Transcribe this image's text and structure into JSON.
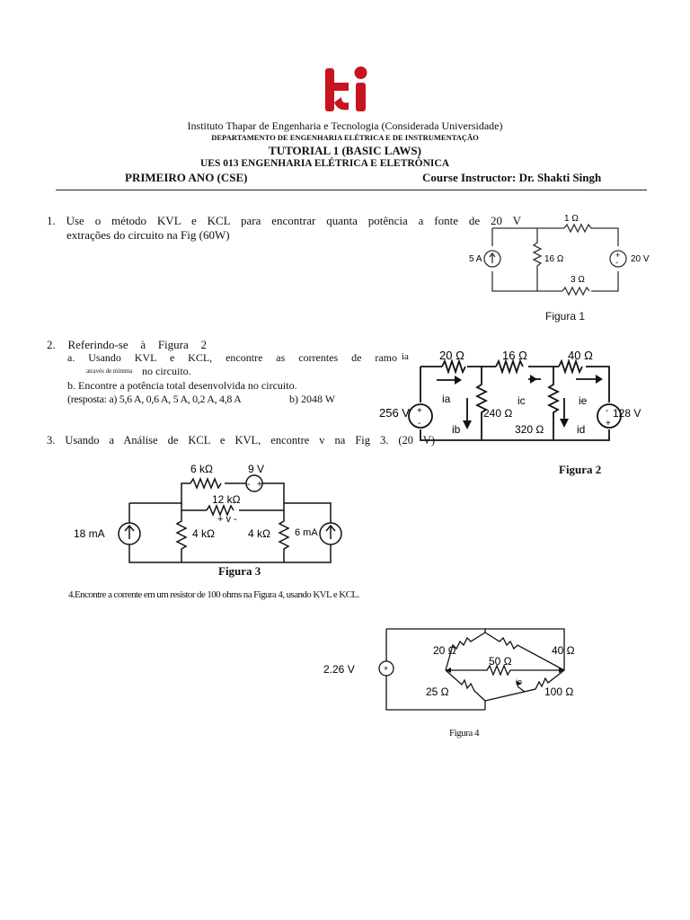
{
  "logo": {
    "text": "ti",
    "color": "#c8141e"
  },
  "header": {
    "institute": "Instituto Thapar de Engenharia e Tecnologia (Considerada Universidade)",
    "department": "DEPARTAMENTO DE ENGENHARIA ELÉTRICA E DE INSTRUMENTAÇÃO",
    "tutorial": "TUTORIAL 1 (BASIC LAWS)",
    "course": "UES 013 ENGENHARIA ELÉTRICA E ELETRÔNICA",
    "year": "PRIMEIRO ANO (CSE)",
    "instructor": "Course Instructor: Dr. Shakti Singh"
  },
  "q1": {
    "line1": "1.  Use o método KVL e KCL para encontrar quanta potência a fonte de 20 V",
    "line2": "extrações do circuito na Fig (60W)",
    "caption": "Figura 1",
    "labels": {
      "r1": "1 Ω",
      "r2": "16 Ω",
      "r3": "3 Ω",
      "src_i": "5 A",
      "src_v": "20 V"
    }
  },
  "q2": {
    "line1": "2.  Referindo-se à Figura 2",
    "line_a": "a.  Usando KVL e KCL, encontre as correntes de ramo",
    "ia": "ia",
    "line_a2_small": "através de mimma",
    "line_a2": "no circuito.",
    "line_b": "b.  Encontre a potência total desenvolvida no circuito.",
    "answer": "(resposta: a) 5,6 A, 0,6 A, 5 A, 0,2 A, 4,8 A",
    "answer_b": "b) 2048 W",
    "caption": "Figura 2",
    "labels": {
      "r1": "20 Ω",
      "r2": "16 Ω",
      "r3": "40 Ω",
      "r4": "240 Ω",
      "r5": "320 Ω",
      "v1": "256 V",
      "v2": "128 V",
      "ia": "ia",
      "ib": "ib",
      "ic": "ic",
      "id": "id",
      "ie": "ie"
    }
  },
  "q3": {
    "text": "3.  Usando a Análise de KCL e KVL, encontre v na Fig 3. (20 V)",
    "caption": "Figura 3",
    "labels": {
      "r1": "6 kΩ",
      "vs": "9 V",
      "r2": "12 kΩ",
      "v": "+ v -",
      "r3": "4 kΩ",
      "r4": "4 kΩ",
      "i1": "18 mA",
      "i2": "6 mA"
    }
  },
  "q4": {
    "text": "4.Encontre a corrente em um resistor de 100 ohms na Figura 4, usando KVL e KCL.",
    "caption": "Figura 4",
    "labels": {
      "vs": "2.26 V",
      "r1": "20 Ω",
      "r2": "40 Ω",
      "r3": "50 Ω",
      "r4": "25 Ω",
      "r5": "100 Ω",
      "io": "io"
    }
  }
}
